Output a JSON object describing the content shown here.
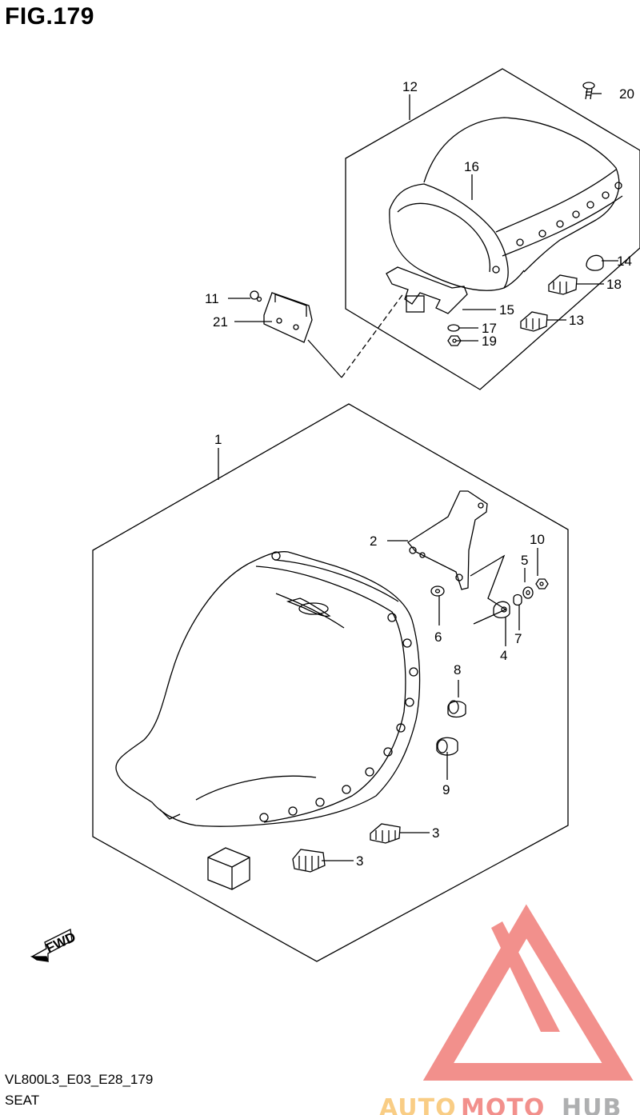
{
  "figure": {
    "title": "FIG.179"
  },
  "callouts": {
    "c1": "1",
    "c2": "2",
    "c3a": "3",
    "c3b": "3",
    "c4": "4",
    "c5": "5",
    "c6": "6",
    "c7": "7",
    "c8": "8",
    "c9": "9",
    "c10": "10",
    "c11": "11",
    "c12": "12",
    "c13": "13",
    "c14": "14",
    "c15": "15",
    "c16": "16",
    "c17": "17",
    "c18": "18",
    "c19": "19",
    "c20": "20",
    "c21": "21"
  },
  "fwd_label": "FWD",
  "footer": {
    "code": "VL800L3_E03_E28_179",
    "name": "SEAT"
  },
  "watermark": {
    "part1": "AUTO",
    "part2": "MOTO",
    "part3": "HUB"
  },
  "colors": {
    "line": "#000000",
    "watermark_red": "#e8372f",
    "watermark_orange": "#f5a623",
    "watermark_gray": "#6d6e71"
  }
}
